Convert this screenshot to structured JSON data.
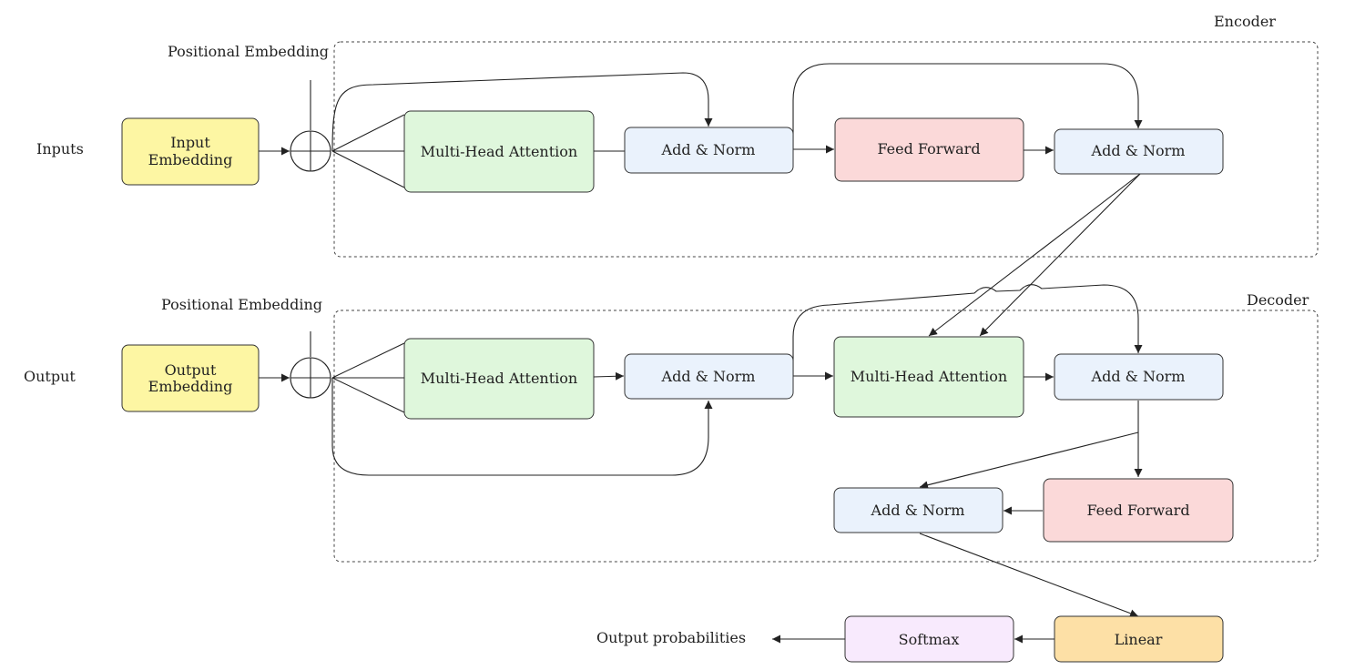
{
  "encoder": {
    "title": "Encoder",
    "positional_label": "Positional Embedding",
    "input_label": "Inputs",
    "embedding_line1": "Input",
    "embedding_line2": "Embedding",
    "attention": "Multi-Head Attention",
    "add_norm_1": "Add & Norm",
    "feed_forward": "Feed Forward",
    "add_norm_2": "Add & Norm"
  },
  "decoder": {
    "title": "Decoder",
    "positional_label": "Positional Embedding",
    "input_label": "Output",
    "embedding_line1": "Output",
    "embedding_line2": "Embedding",
    "attention_1": "Multi-Head Attention",
    "add_norm_1": "Add & Norm",
    "attention_2": "Multi-Head Attention",
    "add_norm_2": "Add & Norm",
    "feed_forward": "Feed Forward",
    "add_norm_3": "Add & Norm"
  },
  "head": {
    "linear": "Linear",
    "softmax": "Softmax",
    "output_label": "Output probabilities"
  },
  "colors": {
    "embedding": "#fdf6a3",
    "attention": "#dff7dc",
    "add_norm": "#eaf2fc",
    "feed_forward": "#fbd9d9",
    "linear": "#fde0a6",
    "softmax": "#f8eafd",
    "stroke": "#333333"
  }
}
